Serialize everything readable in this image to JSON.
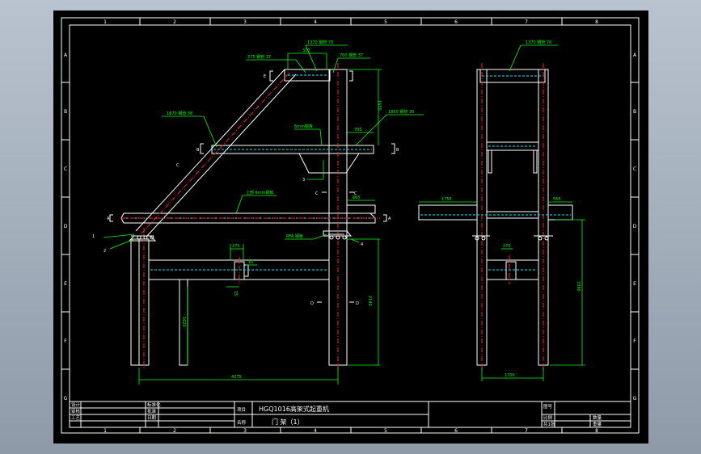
{
  "border": {
    "col_numbers": [
      "1",
      "2",
      "3",
      "4",
      "5",
      "6",
      "7",
      "8"
    ],
    "row_letters": [
      "A",
      "B",
      "C",
      "D",
      "E",
      "F",
      "G"
    ]
  },
  "front_view": {
    "callouts": {
      "top_pipe": "1370 钢管 70",
      "pipe_small": "275 钢管 37",
      "top_dim": "320",
      "upper_pipe": "700 钢管 37",
      "diag_pipe": "1870 钢管 38",
      "mid_pipe": "1850 钢管 30",
      "mid_dim": "700",
      "side_dim": "1650",
      "plate_label": "6mm钢板",
      "bottom_plate": "上部 6mm钢板",
      "right_arm_dim": "665",
      "bracket_left": "RFA 钢板",
      "joint_dim": "270",
      "joint_label_1": "15",
      "joint_label_2": "15",
      "leg_height_left": "1620",
      "leg_height_right": "2140",
      "span_dim": "4275"
    },
    "section_marks": {
      "a_left": "A",
      "a_right": "A",
      "b_left": "B",
      "b_right": "B",
      "c_left": "C",
      "c_right": "C",
      "d_left": "D",
      "d_right": "D",
      "e_mark": "E",
      "c_diag": "C"
    },
    "part_numbers": [
      "1",
      "2",
      "3",
      "4"
    ]
  },
  "side_view": {
    "callouts": {
      "top_pipe": "1370 钢管 70",
      "left_arm_dim": "1755",
      "right_arm_dim": "555",
      "joint_dim": "270",
      "height_dim": "3390",
      "base_dim": "1700"
    }
  },
  "title_block": {
    "left_labels": [
      "设计",
      "审核",
      "工艺"
    ],
    "mid_labels": [
      "标准化",
      "批准",
      "日期"
    ],
    "project_label": "项目",
    "project_value": "HGQ1016高架式起重机",
    "name_label": "名称",
    "name_value": "门  架（1）",
    "right_labels": [
      "图号",
      "比例",
      "共1张"
    ],
    "far_right_labels": [
      "数量",
      "重量"
    ]
  },
  "colors": {
    "paper": "#000000",
    "outline": "#ffffff",
    "dimension": "#00ff00",
    "centerline": "#ff2020",
    "hidden": "#00e5ff",
    "title_text": "#ffffff"
  }
}
